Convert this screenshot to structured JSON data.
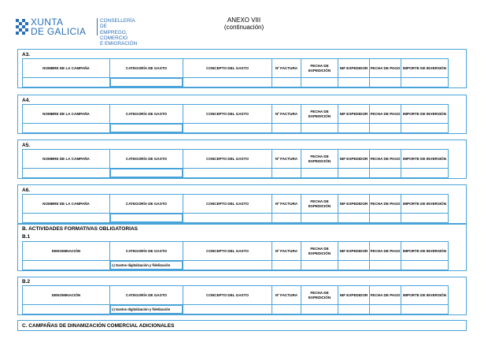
{
  "header": {
    "logo": {
      "line1": "XUNTA",
      "line2": "DE GALICIA"
    },
    "department": [
      "CONSELLERÍA DE",
      "EMPREGO, COMERCIO",
      "E EMIGRACIÓN"
    ],
    "title": "ANEXO VIII",
    "subtitle": "(continuación)"
  },
  "campaign_columns": [
    "NOMBRE DE LA CAMPAÑA",
    "CATEGORÍA DE GASTO",
    "CONCEPTO DEL GASTO",
    "Nº FACTURA",
    "FECHA DE EXPEDICIÓN",
    "NIF EXPEDIDOR",
    "FECHA DE PAGO",
    "IMPORTE DE INVERSIÓN"
  ],
  "training_columns": [
    "DENOMINACIÓN",
    "CATEGORÍA DE GASTO",
    "CONCEPTO DEL GASTO",
    "Nº FACTURA",
    "FECHA DE EXPEDICIÓN",
    "NIF EXPEDIDOR",
    "FECHA DE PAGO",
    "IMPORTE DE INVERSIÓN"
  ],
  "sections": {
    "a3": "A3.",
    "a4": "A4.",
    "a5": "A5.",
    "a6": "A6.",
    "b": "B. ACTIVIDADES FORMATIVAS OBLIGATORIAS",
    "b1": "B.1",
    "b2": "B.2",
    "c": "C. CAMPAÑAS DE DINAMIZACIÓN COMERCIAL ADICIONALES"
  },
  "training_category_value": "c) Gastos digitalización y fidelización"
}
